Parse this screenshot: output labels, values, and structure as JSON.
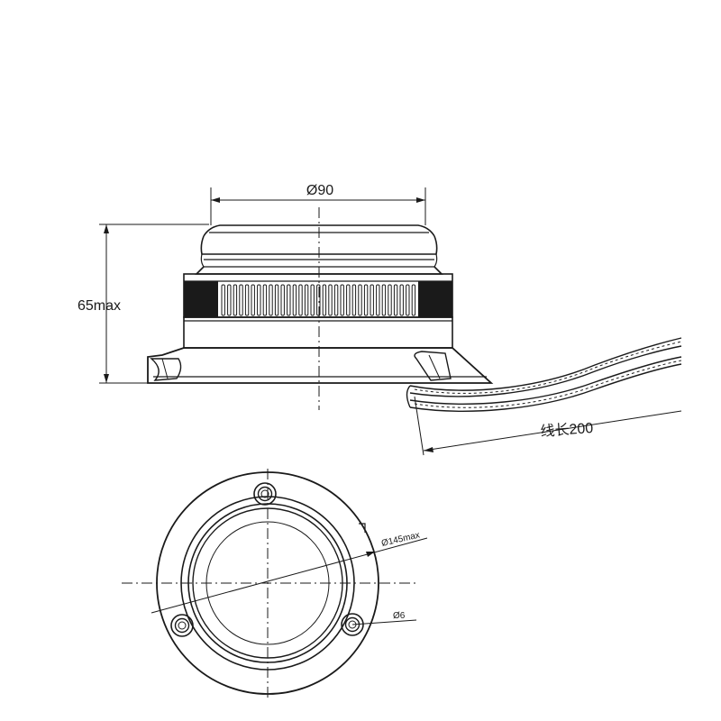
{
  "dimensions": {
    "diameter_top": "Ø90",
    "height": "65max",
    "cable_length": "线长200",
    "flange_diameter": "Ø145max",
    "hole_diameter": "Ø6"
  }
}
